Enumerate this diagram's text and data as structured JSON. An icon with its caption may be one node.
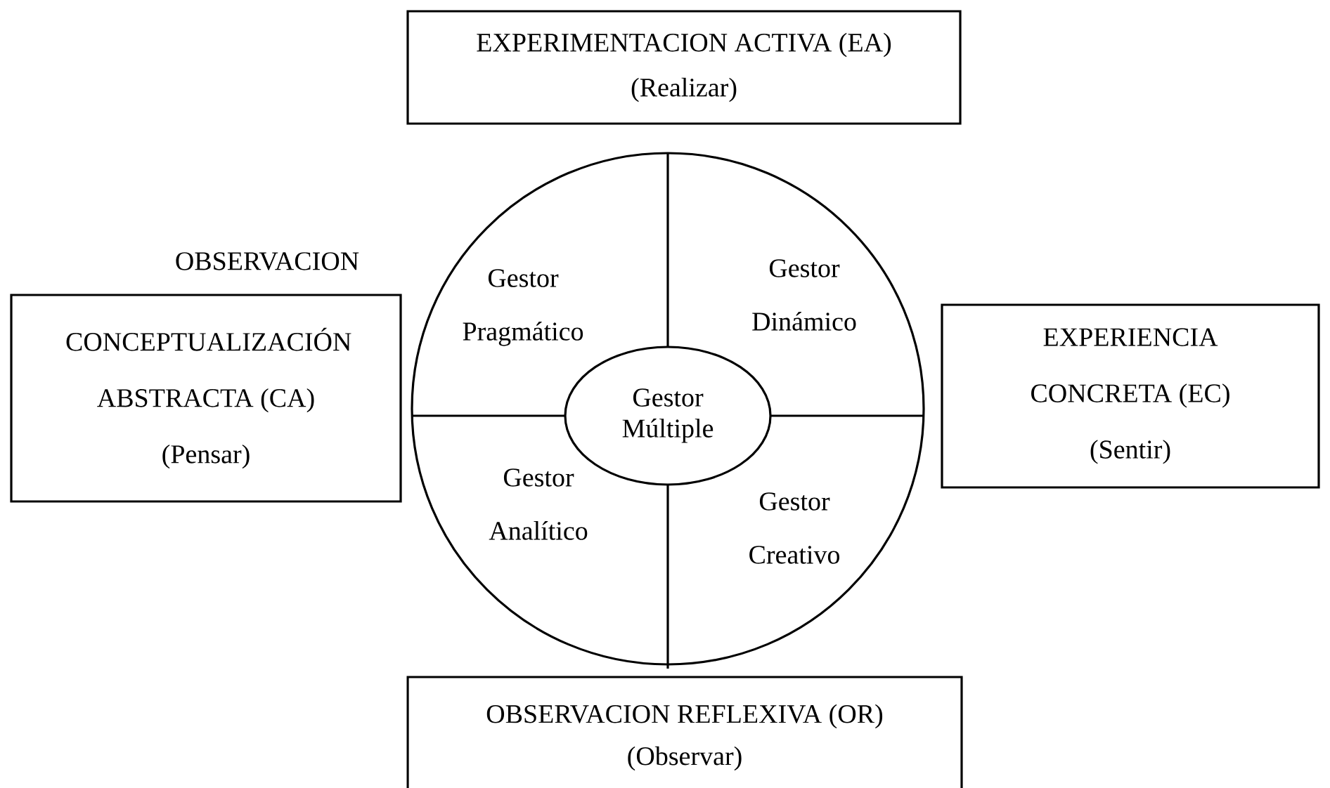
{
  "diagram": {
    "nodes": [
      {
        "text": [
          "EXPERIMENTACION ACTIVA (EA)",
          "(Realizar)"
        ]
      },
      {
        "text": [
          "CONCEPTUALIZACIÓN ABSTRACTA (CA)",
          "(Pensar)"
        ]
      },
      {
        "text": [],
        "shape": "circle"
      },
      {
        "text": [
          "Gestor Múltiple"
        ],
        "in": 2
      },
      {
        "text": [
          "EXPERIENCIA CONCRETA (EC)",
          "(Sentir)"
        ]
      },
      {
        "text": [
          "OBSERVACION REFLEXIVA (OR)",
          "(Observar)"
        ]
      }
    ],
    "edges": [],
    "labels": [
      "OBSERVACION",
      "Gestor Pragmático",
      "Gestor Dinámico",
      "Gestor Analítico",
      "Gestor Creativo"
    ]
  }
}
